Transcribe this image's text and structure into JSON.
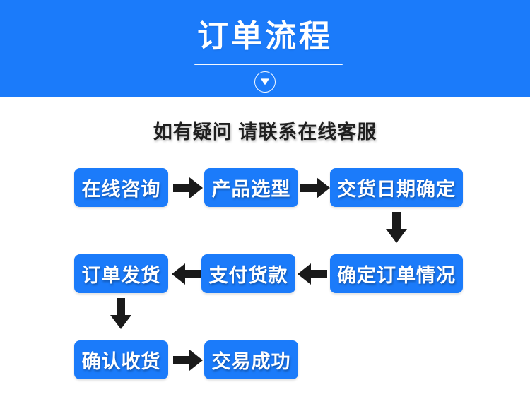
{
  "banner": {
    "title": "订单流程",
    "chevron_icon": "chevron-down-circle-icon",
    "background_color": "#1b7bfa",
    "text_color": "#ffffff"
  },
  "subtitle": {
    "text": "如有疑问 请联系在线客服",
    "color": "#1f1f1f"
  },
  "flow": {
    "box_color": "#1b7bfa",
    "box_text_color": "#ffffff",
    "arrow_color": "#1a1a1a",
    "rows": [
      {
        "direction": "left-to-right",
        "steps": [
          {
            "label": "在线咨询"
          },
          {
            "label": "产品选型"
          },
          {
            "label": "交货日期确定"
          }
        ],
        "connectors": [
          "arrow-right-icon",
          "arrow-right-icon"
        ]
      },
      {
        "direction": "right-to-left",
        "steps": [
          {
            "label": "订单发货"
          },
          {
            "label": "支付货款"
          },
          {
            "label": "确定订单情况"
          }
        ],
        "connectors": [
          "arrow-left-icon",
          "arrow-left-icon"
        ]
      },
      {
        "direction": "left-to-right",
        "steps": [
          {
            "label": "确认收货"
          },
          {
            "label": "交易成功"
          }
        ],
        "connectors": [
          "arrow-right-icon"
        ]
      }
    ],
    "vertical_connectors": [
      {
        "icon": "arrow-down-icon",
        "from": "交货日期确定",
        "to": "确定订单情况"
      },
      {
        "icon": "arrow-down-icon",
        "from": "订单发货",
        "to": "确认收货"
      }
    ]
  }
}
